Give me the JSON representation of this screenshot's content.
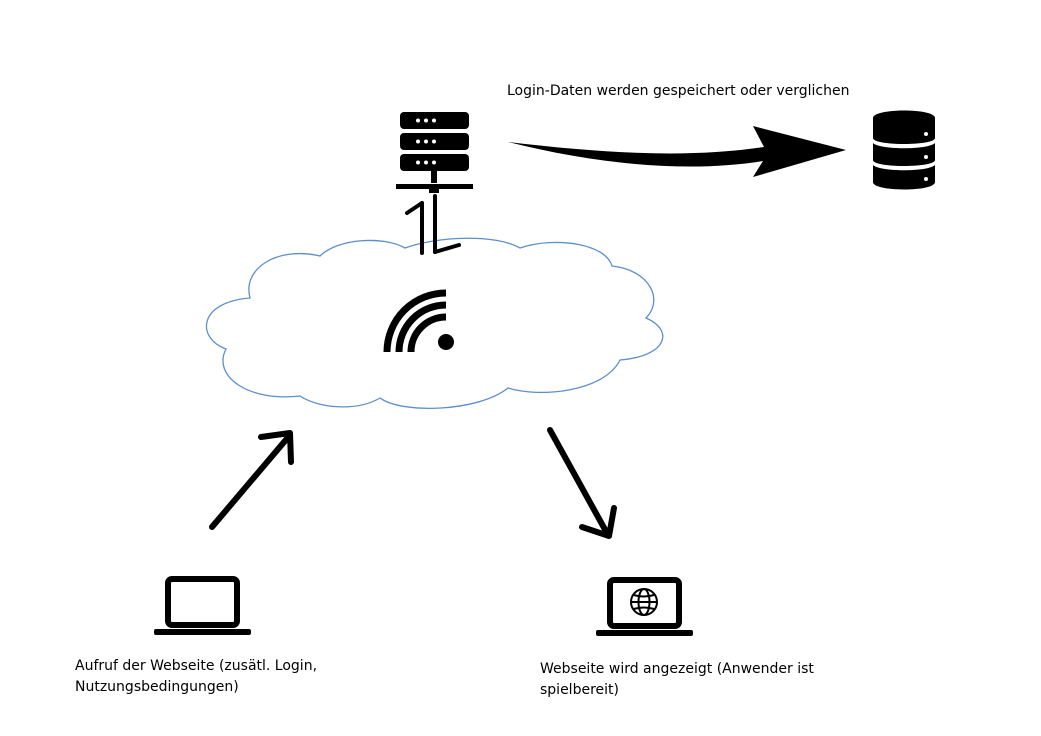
{
  "labels": {
    "storage_note": "Login-Daten werden gespeichert oder verglichen",
    "request_line1": "Aufruf der Webseite (zusätl. Login,",
    "request_line2": "Nutzungsbedingungen)",
    "display_line1": "Webseite wird angezeigt (Anwender ist",
    "display_line2": "spielbereit)"
  },
  "colors": {
    "cloud_stroke": "#5b8fcf",
    "icon_fill": "#000000"
  },
  "icons": {
    "server": "server-icon",
    "database": "database-icon",
    "cloud": "cloud-icon",
    "wifi": "wifi-icon",
    "laptop_request": "laptop-icon",
    "laptop_display": "laptop-globe-icon"
  }
}
